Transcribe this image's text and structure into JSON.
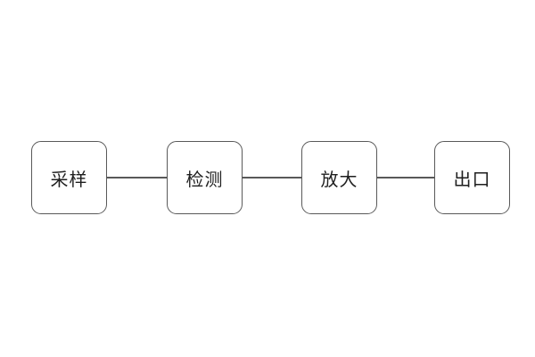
{
  "diagram": {
    "type": "flowchart",
    "direction": "horizontal",
    "nodes": [
      {
        "id": "sampling",
        "label": "采样"
      },
      {
        "id": "detection",
        "label": "检测"
      },
      {
        "id": "amplification",
        "label": "放大"
      },
      {
        "id": "outlet",
        "label": "出口"
      }
    ],
    "connections": [
      {
        "from": "采样",
        "to": "检测"
      },
      {
        "from": "检测",
        "to": "放大"
      },
      {
        "from": "放大",
        "to": "出口"
      }
    ],
    "colors": {
      "background": "#ffffff",
      "node_border": "#595959",
      "node_fill": "#ffffff",
      "text": "#1f1f1f",
      "connector": "#595959"
    }
  }
}
